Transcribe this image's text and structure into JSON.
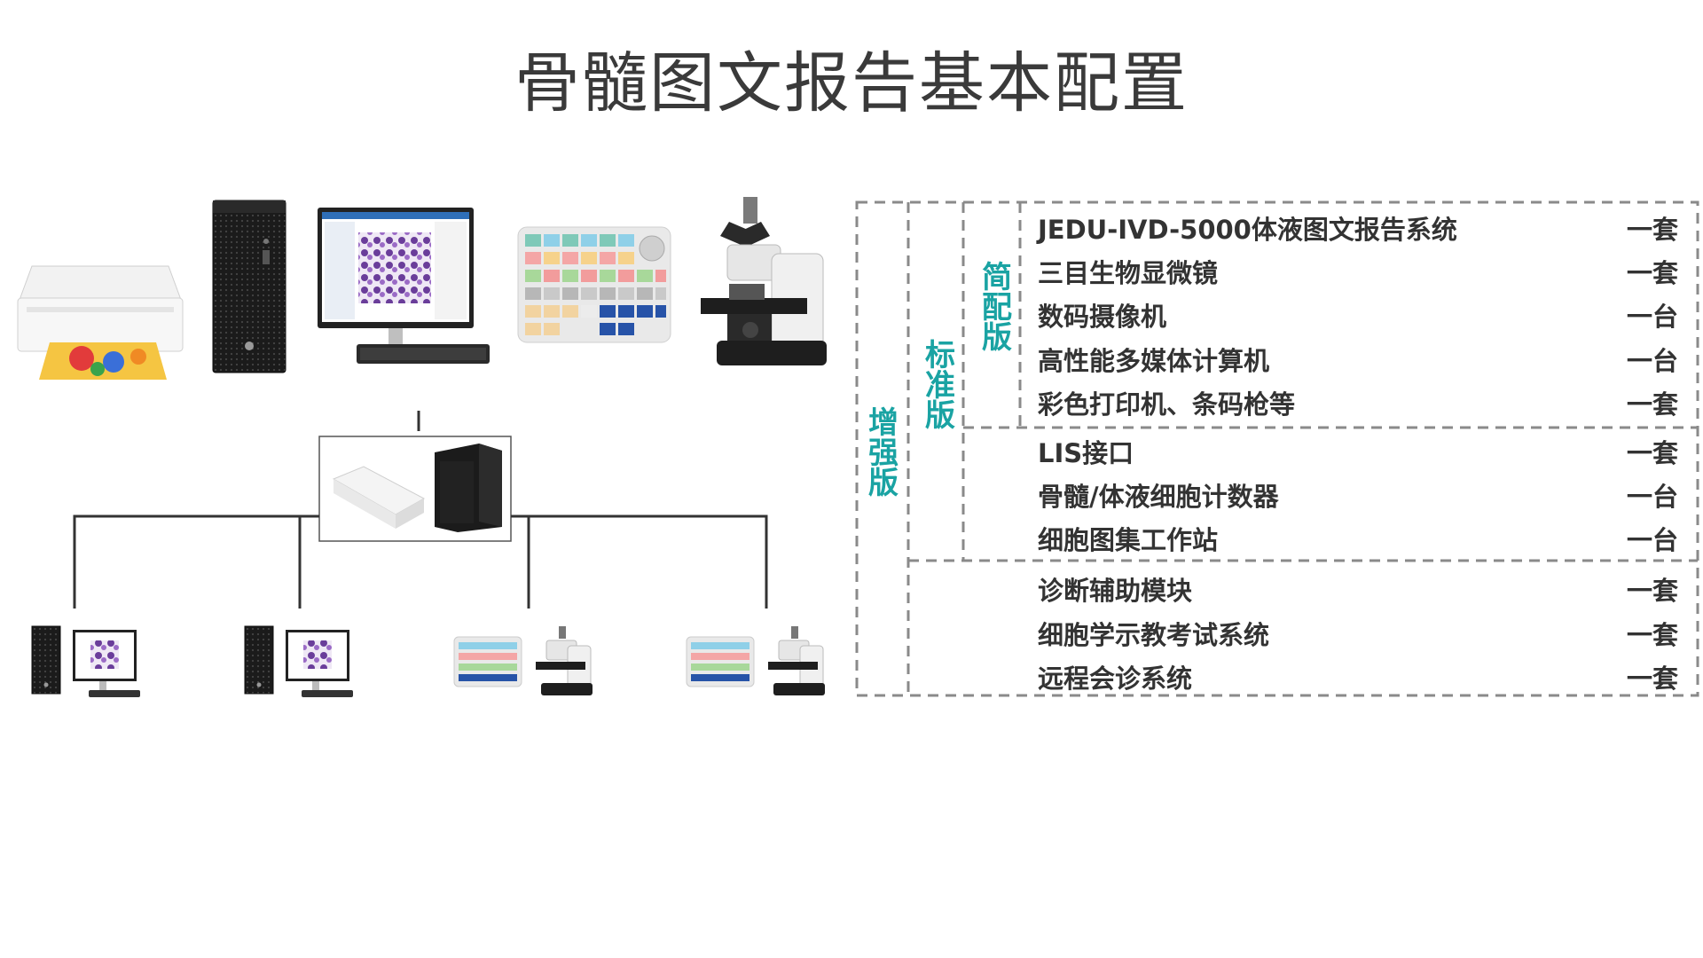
{
  "title": "骨髓图文报告基本配置",
  "tiers": [
    {
      "key": "simple",
      "label": [
        "简",
        "配",
        "版"
      ]
    },
    {
      "key": "standard",
      "label": [
        "标",
        "准",
        "版"
      ]
    },
    {
      "key": "enhanced",
      "label": [
        "增",
        "强",
        "版"
      ]
    }
  ],
  "items": [
    {
      "name": "JEDU-IVD-5000体液图文报告系统",
      "qty": "一套",
      "tier": "simple"
    },
    {
      "name": "三目生物显微镜",
      "qty": "一套",
      "tier": "simple"
    },
    {
      "name": "数码摄像机",
      "qty": "一台",
      "tier": "simple"
    },
    {
      "name": "高性能多媒体计算机",
      "qty": "一台",
      "tier": "simple"
    },
    {
      "name": "彩色打印机、条码枪等",
      "qty": "一套",
      "tier": "simple"
    },
    {
      "name": "LIS接口",
      "qty": "一套",
      "tier": "standard"
    },
    {
      "name": "骨髓/体液细胞计数器",
      "qty": "一台",
      "tier": "standard"
    },
    {
      "name": "细胞图集工作站",
      "qty": "一台",
      "tier": "standard"
    },
    {
      "name": "诊断辅助模块",
      "qty": "一套",
      "tier": "enhanced"
    },
    {
      "name": "细胞学示教考试系统",
      "qty": "一套",
      "tier": "enhanced"
    },
    {
      "name": "远程会诊系统",
      "qty": "一套",
      "tier": "enhanced"
    }
  ],
  "colors": {
    "accent": "#1aa3a3",
    "text": "#333333",
    "dash": "#8a8a8a"
  },
  "devices": {
    "top": [
      "printer-icon",
      "tower-pc-icon",
      "monitor-icon",
      "keypad-counter-icon",
      "microscope-icon"
    ],
    "hub": [
      "network-switch-icon",
      "nas-server-icon"
    ],
    "bottom": [
      "workstation-icon",
      "workstation-icon",
      "counter-microscope-icon",
      "counter-microscope-icon"
    ]
  }
}
